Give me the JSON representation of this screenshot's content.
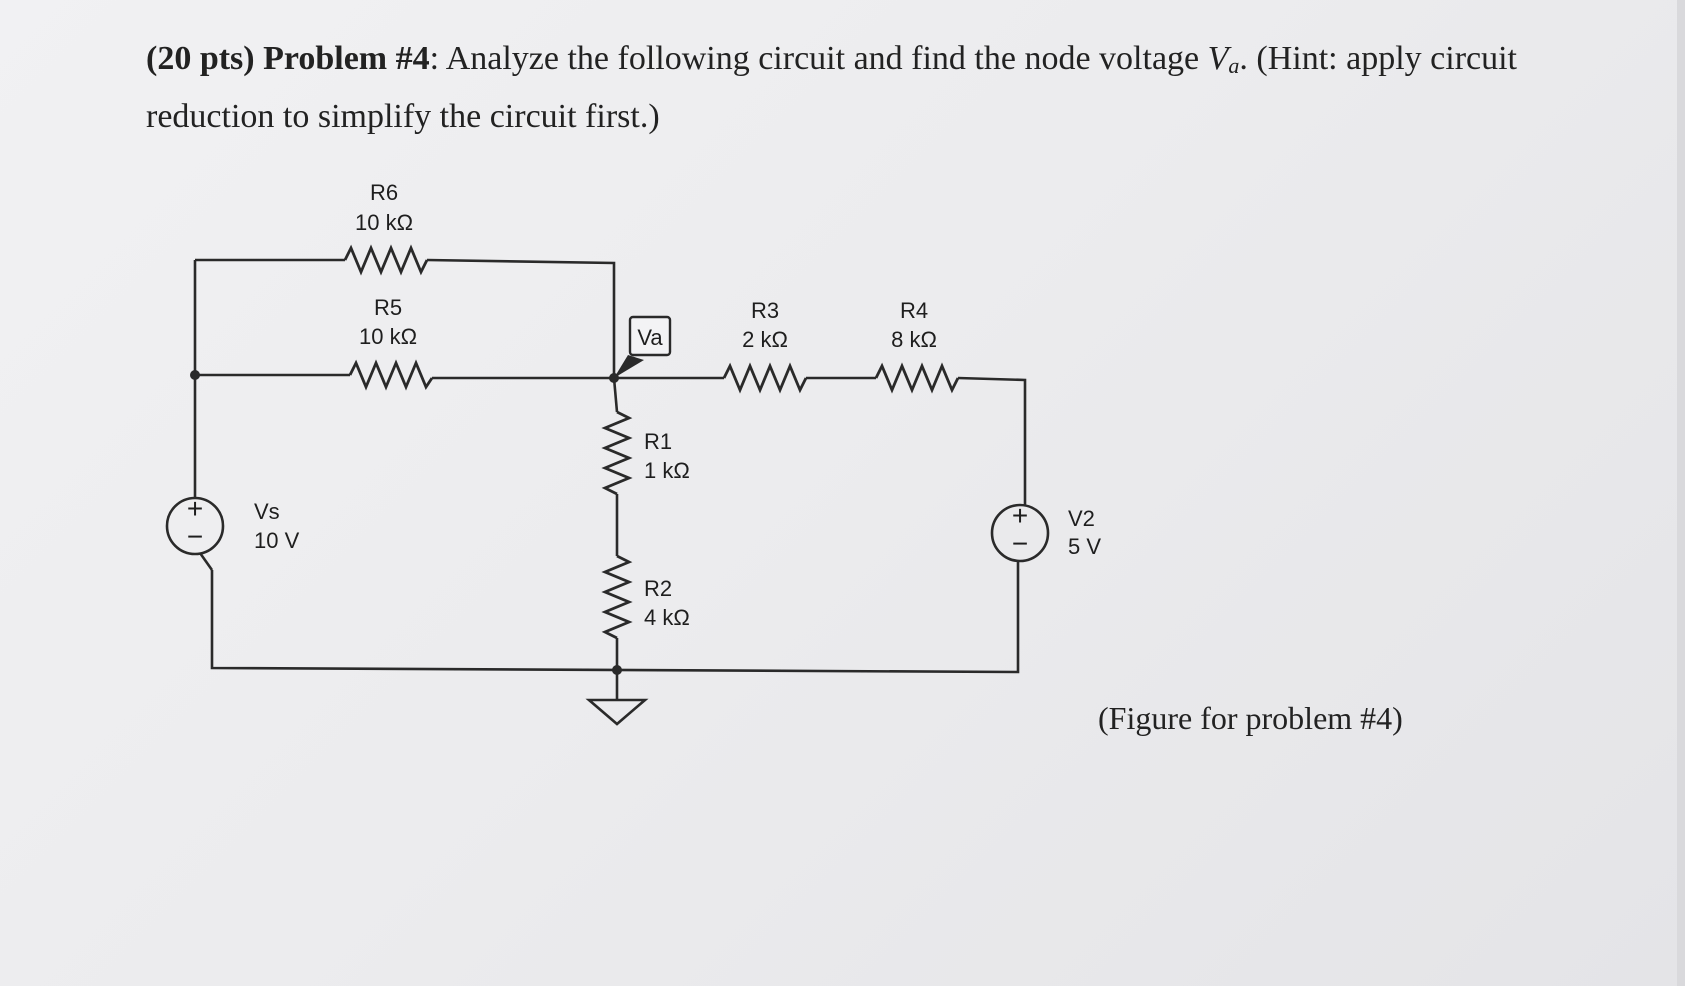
{
  "problem": {
    "points": "(20 pts)",
    "number": "Problem #4",
    "text_1": ": Analyze the following circuit and find the node voltage ",
    "var_base": "V",
    "var_sub": "a",
    "text_2": ". (Hint: apply circuit reduction to simplify the circuit first.)"
  },
  "circuit": {
    "R6": {
      "name": "R6",
      "value": "10 kΩ"
    },
    "R5": {
      "name": "R5",
      "value": "10 kΩ"
    },
    "R3": {
      "name": "R3",
      "value": "2 kΩ"
    },
    "R4": {
      "name": "R4",
      "value": "8 kΩ"
    },
    "R1": {
      "name": "R1",
      "value": "1 kΩ"
    },
    "R2": {
      "name": "R2",
      "value": "4 kΩ"
    },
    "Vs": {
      "name": "Vs",
      "value": "10 V"
    },
    "V2": {
      "name": "V2",
      "value": "5 V"
    },
    "node_label": "Va",
    "plus": "+",
    "minus": "−"
  },
  "caption": "(Figure for problem #4)"
}
